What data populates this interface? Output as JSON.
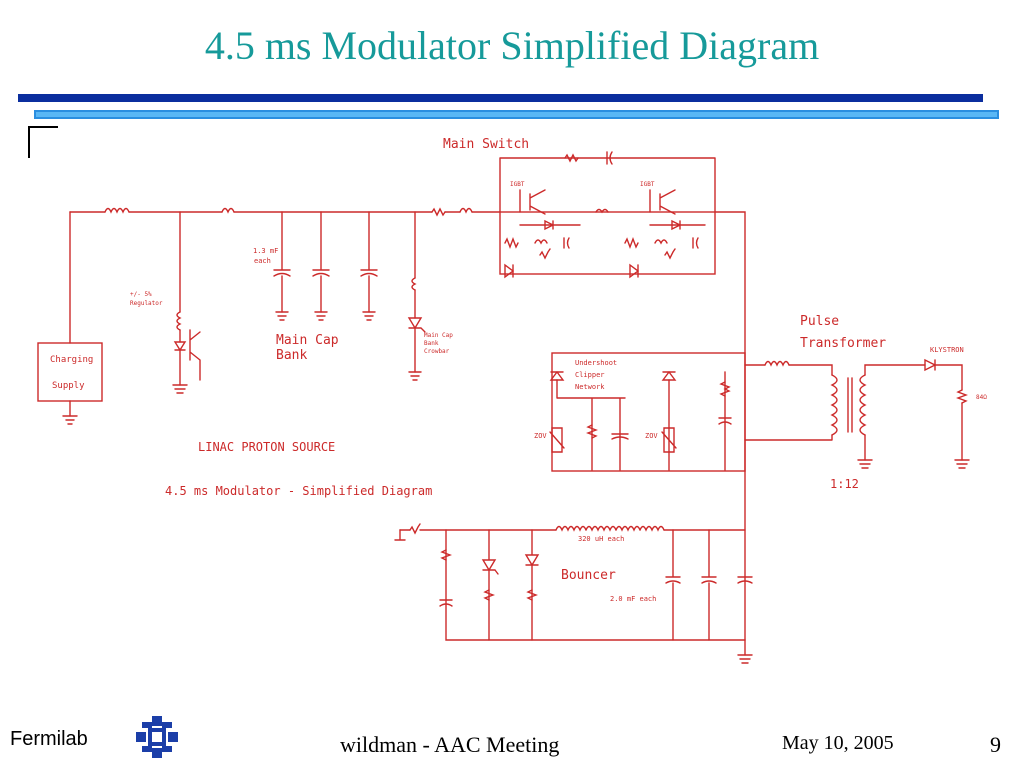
{
  "slide": {
    "title": "4.5 ms Modulator Simplified Diagram",
    "footer_org": "Fermilab",
    "footer_center": "wildman -  AAC Meeting",
    "footer_date": "May 10, 2005",
    "page_number": "9"
  },
  "diagram": {
    "main_switch": "Main Switch",
    "igbt_left": "IGBT",
    "igbt_right": "IGBT",
    "cap_value": "1.3 mF",
    "cap_each": "each",
    "regulator_1": "+/- 5%",
    "regulator_2": "Regulator",
    "charging_1": "Charging",
    "charging_2": "Supply",
    "main_cap_1": "Main Cap",
    "main_cap_2": "Bank",
    "crowbar_1": "Main Cap",
    "crowbar_2": "Bank",
    "crowbar_3": "Crowbar",
    "undershoot_1": "Undershoot",
    "undershoot_2": "Clipper",
    "undershoot_3": "Network",
    "zov_left": "ZOV",
    "zov_right": "ZOV",
    "pulse_1": "Pulse",
    "pulse_2": "Transformer",
    "klystron": "KLYSTRON",
    "load": "84Ω",
    "ratio": "1:12",
    "linac": "LINAC PROTON SOURCE",
    "modulator": "4.5 ms Modulator - Simplified Diagram",
    "inductor_value": "320 uH each",
    "bouncer": "Bouncer",
    "bouncer_cap": "2.0 mF each"
  },
  "colors": {
    "title": "#169a9a",
    "circuit": "#cc2a2a",
    "bar_dark": "#0b2e9e",
    "bar_light": "#2a8ee0",
    "logo": "#1b3ea8"
  }
}
